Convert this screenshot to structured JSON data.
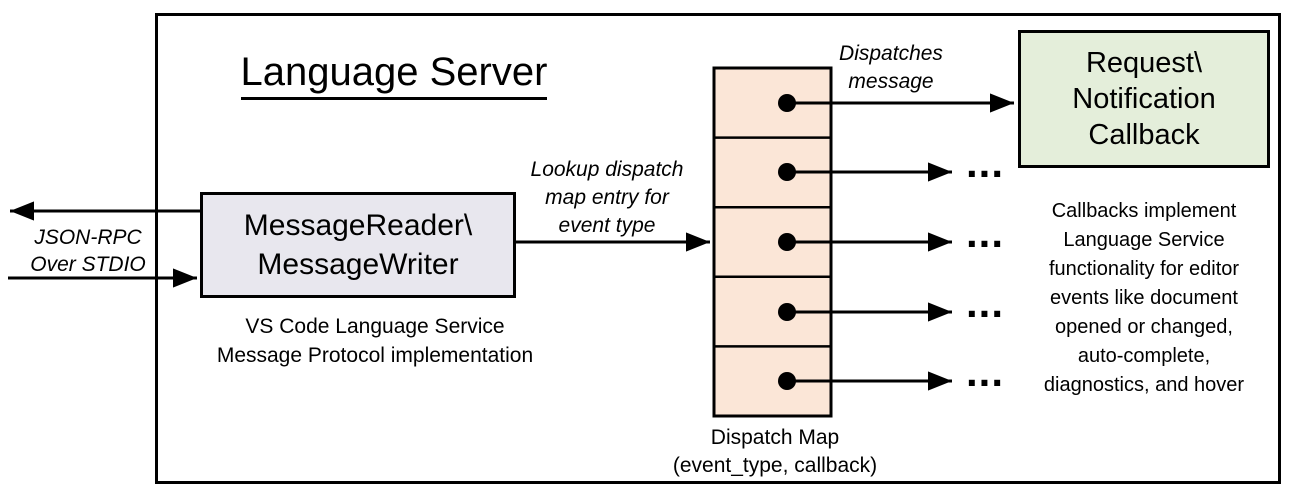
{
  "colors": {
    "reader_fill": "#e8e7ee",
    "map_fill": "#fbe6d7",
    "callback_fill": "#e4eeda",
    "line": "#000000"
  },
  "diagram": {
    "title": "Language Server",
    "stdio_label": "JSON-RPC\nOver STDIO",
    "reader_box": "MessageReader\\\nMessageWriter",
    "reader_caption": "VS Code Language Service\nMessage Protocol implementation",
    "lookup_label": "Lookup dispatch\nmap entry for\nevent type",
    "dispatch_label": "Dispatches\nmessage",
    "callback_box": "Request\\\nNotification\nCallback",
    "callback_note": "Callbacks implement\nLanguage Service\nfunctionality for editor\nevents like document\nopened or changed,\nauto-complete,\ndiagnostics, and hover",
    "map_caption": "Dispatch Map\n(event_type, callback)",
    "ellipsis": "..."
  }
}
